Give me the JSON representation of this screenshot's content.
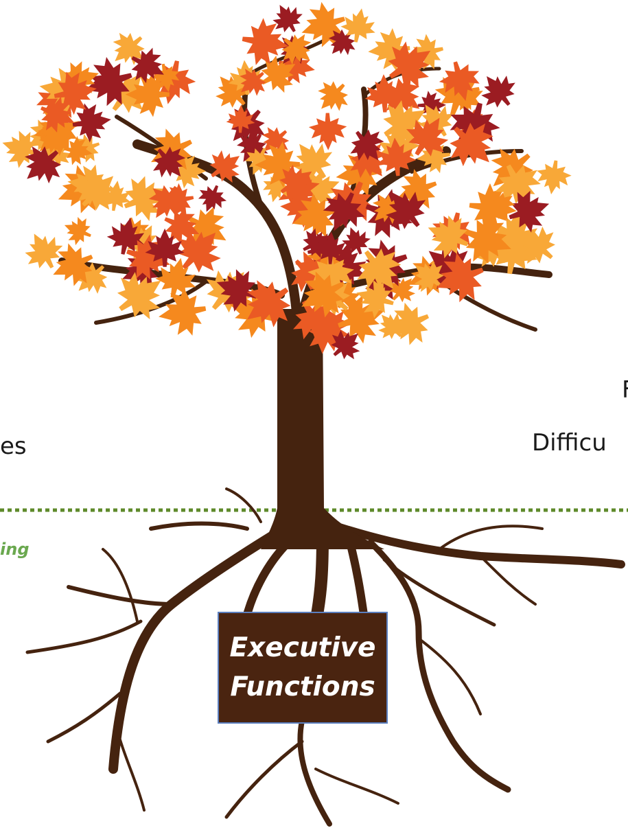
{
  "labels": {
    "left_fragment": "es",
    "right_fragment_top": "F",
    "right_fragment_bottom": "Difficu",
    "green_fragment": "ing"
  },
  "box": {
    "line1": "Executive",
    "line2": "Functions"
  },
  "colors": {
    "trunk": "#45230f",
    "box_fill": "#4a2410",
    "box_border": "#5b7fbf",
    "ground_line": "#5e8a2a",
    "green_text": "#6aa84f",
    "leaf_red": "#9b1c22",
    "leaf_orange_red": "#ea5a24",
    "leaf_orange": "#f5891e",
    "leaf_light_orange": "#f8a838"
  },
  "icons": {
    "tree": "tree-illustration",
    "leaf": "maple-leaf-icon"
  }
}
